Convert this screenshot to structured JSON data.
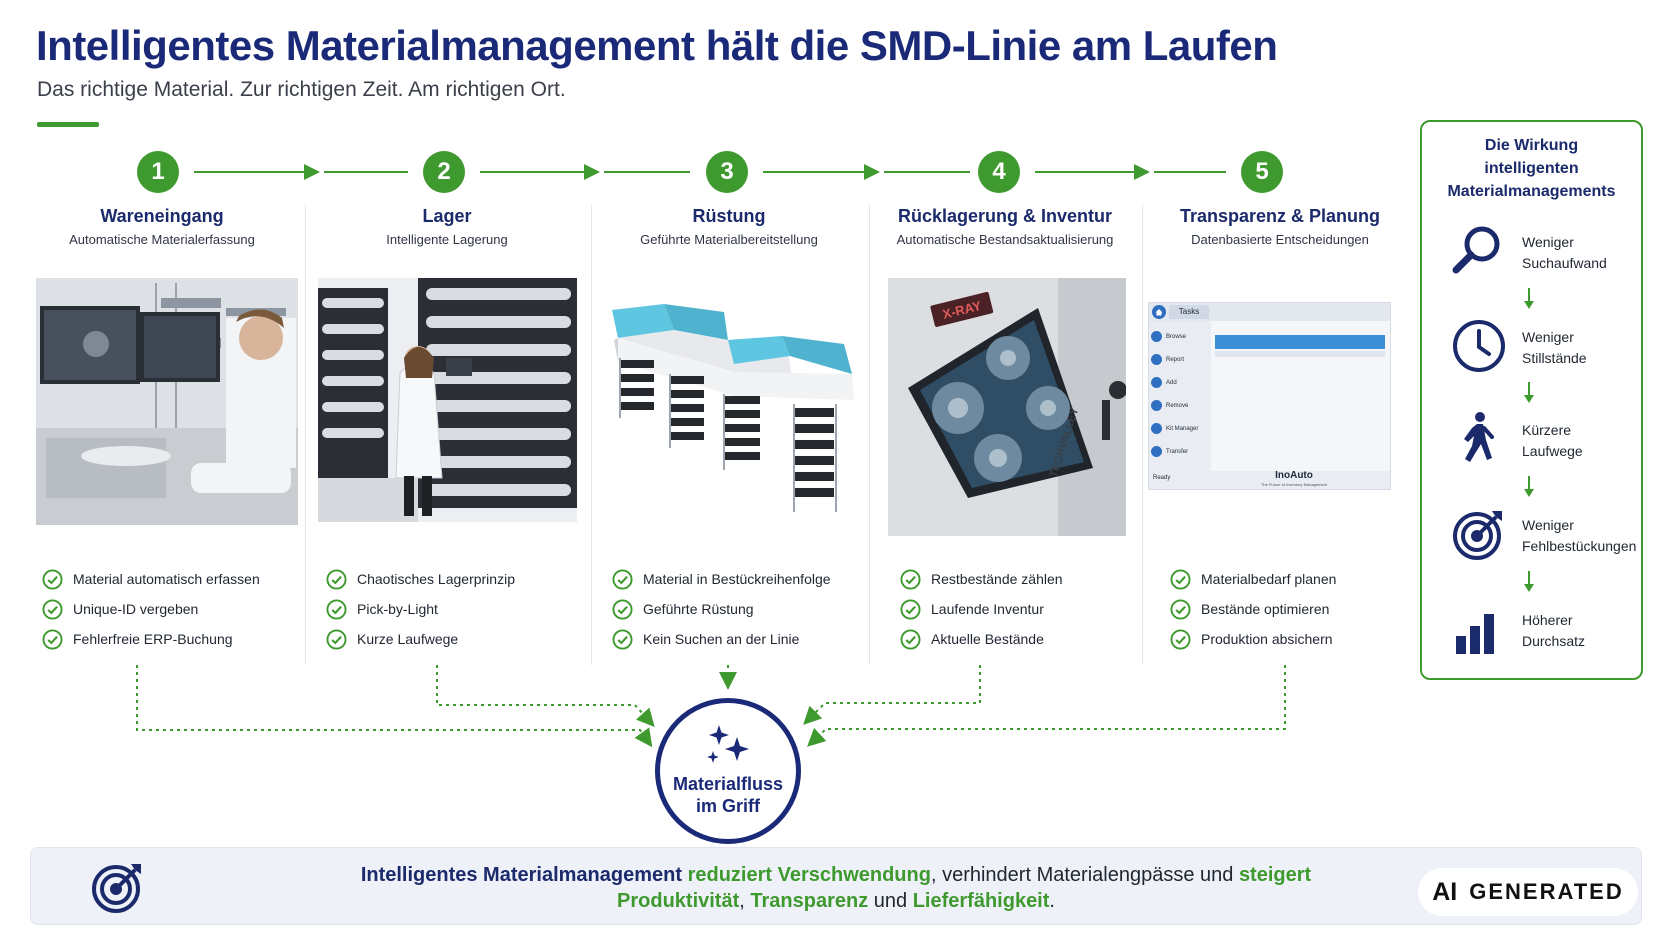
{
  "header": {
    "title": "Intelligentes Materialmanagement hält die SMD-Linie am Laufen",
    "subtitle": "Das richtige Material. Zur richtigen Zeit. Am richtigen Ort."
  },
  "steps": [
    {
      "num": "1",
      "title": "Wareneingang",
      "subtitle": "Automatische Materialerfassung",
      "checks": [
        "Material automatisch erfassen",
        "Unique-ID vergeben",
        "Fehlerfreie ERP-Buchung"
      ]
    },
    {
      "num": "2",
      "title": "Lager",
      "subtitle": "Intelligente Lagerung",
      "checks": [
        "Chaotisches Lagerprinzip",
        "Pick-by-Light",
        "Kurze Laufwege"
      ]
    },
    {
      "num": "3",
      "title": "Rüstung",
      "subtitle": "Geführte Materialbereitstellung",
      "checks": [
        "Material in Bestückreihenfolge",
        "Geführte Rüstung",
        "Kein Suchen an der Linie"
      ]
    },
    {
      "num": "4",
      "title": "Rücklagerung & Inventur",
      "subtitle": "Automatische Bestandsaktualisierung",
      "checks": [
        "Restbestände zählen",
        "Laufende Inventur",
        "Aktuelle Bestände"
      ]
    },
    {
      "num": "5",
      "title": "Transparenz & Planung",
      "subtitle": "Datenbasierte Entscheidungen",
      "checks": [
        "Materialbedarf planen",
        "Bestände optimieren",
        "Produktion absichern"
      ]
    }
  ],
  "screens": {
    "xray_label": "X-RAY",
    "xray_brand": "TECHVALLEY",
    "software_tab": "Tasks",
    "software_menu": [
      "Browse",
      "Report",
      "Add",
      "Remove",
      "Kit Manager",
      "Transfer"
    ],
    "software_brand": "InoAuto",
    "software_tagline": "The Future of Inventory Management",
    "software_status": "Ready"
  },
  "hub": {
    "line1": "Materialfluss",
    "line2": "im Griff"
  },
  "side_panel": {
    "title": "Die Wirkung intelligenten Materialmanagements",
    "effects": [
      {
        "icon": "magnifier-icon",
        "line1": "Weniger",
        "line2": "Suchaufwand"
      },
      {
        "icon": "clock-icon",
        "line1": "Weniger",
        "line2": "Stillstände"
      },
      {
        "icon": "walking-person-icon",
        "line1": "Kürzere",
        "line2": "Laufwege"
      },
      {
        "icon": "target-icon",
        "line1": "Weniger",
        "line2": "Fehlbestückungen"
      },
      {
        "icon": "bar-chart-icon",
        "line1": "Höherer",
        "line2": "Durchsatz"
      }
    ]
  },
  "bottom": {
    "part1": "Intelligentes Materialmanagement",
    "part2": " reduziert Verschwendung",
    "part3": ", verhindert Materialengpässe und ",
    "part4": "steigert",
    "part5": "Produktivität",
    "part6": ", ",
    "part7": "Transparenz",
    "part8": " und ",
    "part9": "Lieferfähigkeit",
    "part10": "."
  },
  "badge": {
    "ai": "AI",
    "text": "GENERATED"
  },
  "colors": {
    "navy": "#1b2a78",
    "green": "#3e9a2e"
  }
}
